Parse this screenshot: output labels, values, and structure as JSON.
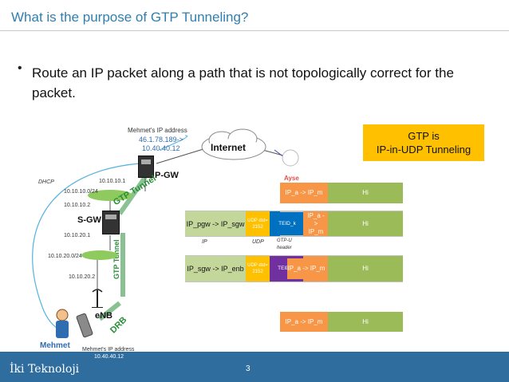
{
  "slide": {
    "title": "What is the purpose of GTP Tunneling?",
    "bullet": "Route an IP packet along a path that is not topologically correct for the packet.",
    "footer_brand": "İki Teknoloji",
    "page_number": "3"
  },
  "diagram": {
    "mehmet_ip_caption": "Mehmet's IP address",
    "mehmet_ip_mapping_line1": "46.1.78.189->",
    "mehmet_ip_mapping_line2": "10.40.40.12",
    "internet_label": "Internet",
    "gtp_box_line1": "GTP is",
    "gtp_box_line2": "IP-in-UDP Tunneling",
    "pgw_label": "P-GW",
    "sgw_label": "S-GW",
    "enb_label": "eNB",
    "ayse_label": "Ayse",
    "mehmet_label": "Mehmet",
    "dhcp_label": "DHCP",
    "pgw_ip": "10.10.10.1",
    "net1": "10.10.10.0/24",
    "sgw_ip_up": "10.10.10.2",
    "sgw_ip_down": "10.10.20.1",
    "net2": "10.10.20.0/24",
    "enb_ip": "10.10.20.2",
    "gtp_tunnel_label1": "GTP Tunnel",
    "gtp_tunnel_label2": "GTP Tunnel",
    "drb_label": "DRB",
    "bottom_ip_caption": "Mehmet's IP address",
    "bottom_ip_value": "10.40.40.12",
    "packets": {
      "ip_a_m": "IP_a -> IP_m",
      "payload": "Hi",
      "outer_pgw": "IP_pgw -> IP_sgw",
      "outer_sgw": "IP_sgw -> IP_enb",
      "udp_box": "UDP dst= 2152",
      "teid_k": "TEID_k",
      "teid_x": "TEID_x",
      "label_ip": "IP",
      "label_udp": "UDP",
      "label_gtpu": "GTP-U header"
    },
    "colors": {
      "title_blue": "#2f7fb0",
      "footer_blue": "#2f6d9f",
      "packet_orange": "#f79646",
      "payload_green": "#9bbb59",
      "udp_orange": "#ffc000",
      "teid_blue": "#0070c0",
      "teid_purple": "#7030a0",
      "outer_green": "#c4d79b",
      "gtp_box_yellow": "#ffc000",
      "tunnel_green": "#2a8f3a"
    }
  }
}
